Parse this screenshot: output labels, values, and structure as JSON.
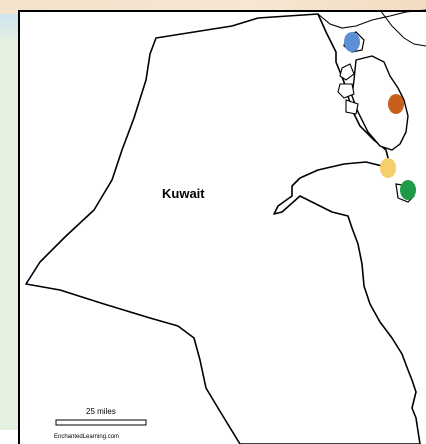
{
  "map": {
    "country_label": "Kuwait",
    "scale_label": "25 miles",
    "credit": "EnchantedLearning.com",
    "markers": [
      {
        "name": "blue",
        "color": "#5b8fd6"
      },
      {
        "name": "brown",
        "color": "#c8601c"
      },
      {
        "name": "yellow",
        "color": "#f4cf6a"
      },
      {
        "name": "green",
        "color": "#1f9a48"
      }
    ]
  }
}
